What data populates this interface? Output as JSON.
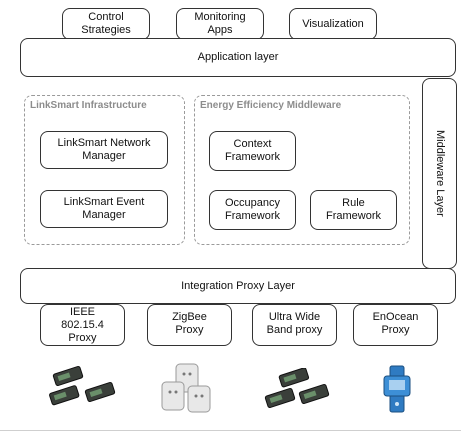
{
  "top_apps": [
    "Control\nStrategies",
    "Monitoring\nApps",
    "Visualization"
  ],
  "application_layer": "Application layer",
  "middleware_layer": "Middleware Layer",
  "linksmart": {
    "title": "LinkSmart Infrastructure",
    "network_manager": "LinkSmart Network\nManager",
    "event_manager": "LinkSmart Event\nManager"
  },
  "energy": {
    "title": "Energy Efficiency Middleware",
    "context": "Context\nFramework",
    "occupancy": "Occupancy\nFramework",
    "rule": "Rule\nFramework"
  },
  "integration_layer": "Integration Proxy Layer",
  "proxies": [
    "IEEE\n802.15.4\nProxy",
    "ZigBee\nProxy",
    "Ultra Wide\nBand proxy",
    "EnOcean\nProxy"
  ],
  "colors": {
    "border": "#333333",
    "dashed": "#9a9a9a",
    "group_title": "#8c8c8c"
  }
}
